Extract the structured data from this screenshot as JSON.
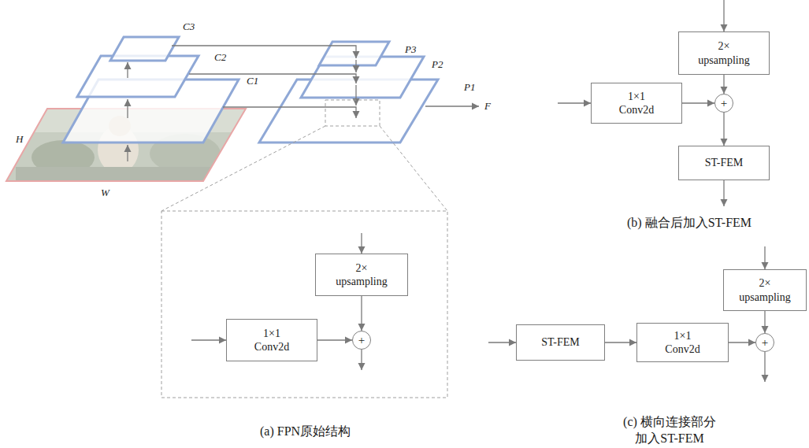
{
  "diagram": {
    "nodes": [
      {
        "text": [
          "2× upsampling"
        ]
      },
      {
        "text": [
          "1×1 Conv2d"
        ]
      },
      {
        "text": [
          "+"
        ]
      },
      {
        "text": [
          "2× upsampling"
        ]
      },
      {
        "text": [
          "1×1 Conv2d"
        ]
      },
      {
        "text": [
          "+"
        ]
      },
      {
        "text": [
          "ST-FEM"
        ]
      },
      {
        "text": [
          "2× upsampling"
        ]
      },
      {
        "text": [
          "ST-FEM"
        ]
      },
      {
        "text": [
          "1×1 Conv2d"
        ]
      },
      {
        "text": [
          "+"
        ]
      }
    ],
    "edges": [
      {
        "from": 0,
        "to": 2,
        "arrow": "to"
      },
      {
        "from": 1,
        "to": 2,
        "arrow": "to"
      },
      {
        "from": 3,
        "to": 5,
        "arrow": "to"
      },
      {
        "from": 4,
        "to": 5,
        "arrow": "to"
      },
      {
        "from": 5,
        "to": 6,
        "arrow": "to"
      },
      {
        "from": 8,
        "to": 9,
        "arrow": "to"
      },
      {
        "from": 9,
        "to": 10,
        "arrow": "to"
      },
      {
        "from": 7,
        "to": 10,
        "arrow": "to"
      }
    ],
    "labels": [
      "C3",
      "C2",
      "C1",
      "P3",
      "P2",
      "P1",
      "H",
      "W",
      "F",
      "(a) FPN原始结构",
      "(b) 融合后加入ST-FEM",
      "(c) 横向连接部分 加入ST-FEM"
    ]
  }
}
